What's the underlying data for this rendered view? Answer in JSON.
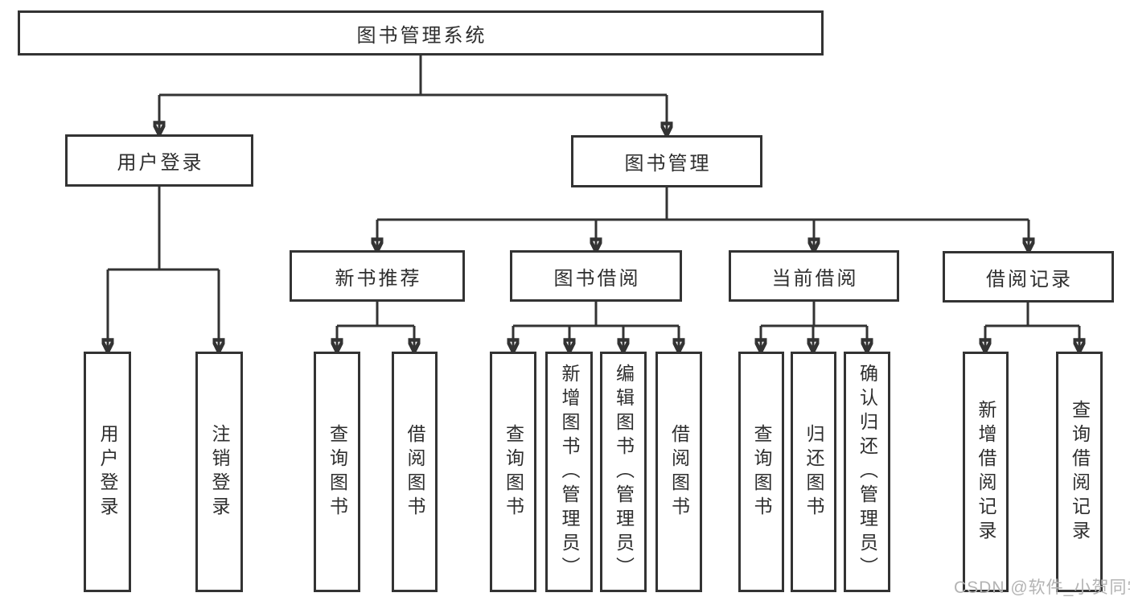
{
  "colors": {
    "line": "#333333",
    "box_border": "#333333",
    "text": "#2e2e2e",
    "watermark": "#b3b3b3",
    "background": "#ffffff"
  },
  "diagram": {
    "type": "hierarchy",
    "root": {
      "label": "图书管理系统"
    },
    "branches": [
      {
        "label": "用户登录",
        "children": [
          {
            "label": "用户登录"
          },
          {
            "label": "注销登录"
          }
        ]
      },
      {
        "label": "图书管理",
        "children": [
          {
            "label": "新书推荐",
            "children": [
              {
                "label": "查询图书"
              },
              {
                "label": "借阅图书"
              }
            ]
          },
          {
            "label": "图书借阅",
            "children": [
              {
                "label": "查询图书"
              },
              {
                "label": "新增图书（管理员）"
              },
              {
                "label": "编辑图书（管理员）"
              },
              {
                "label": "借阅图书"
              }
            ]
          },
          {
            "label": "当前借阅",
            "children": [
              {
                "label": "查询图书"
              },
              {
                "label": "归还图书"
              },
              {
                "label": "确认归还（管理员）"
              }
            ]
          },
          {
            "label": "借阅记录",
            "children": [
              {
                "label": "新增借阅记录"
              },
              {
                "label": "查询借阅记录"
              }
            ]
          }
        ]
      }
    ]
  },
  "watermark": {
    "text": "CSDN @软件_小贺同学"
  }
}
